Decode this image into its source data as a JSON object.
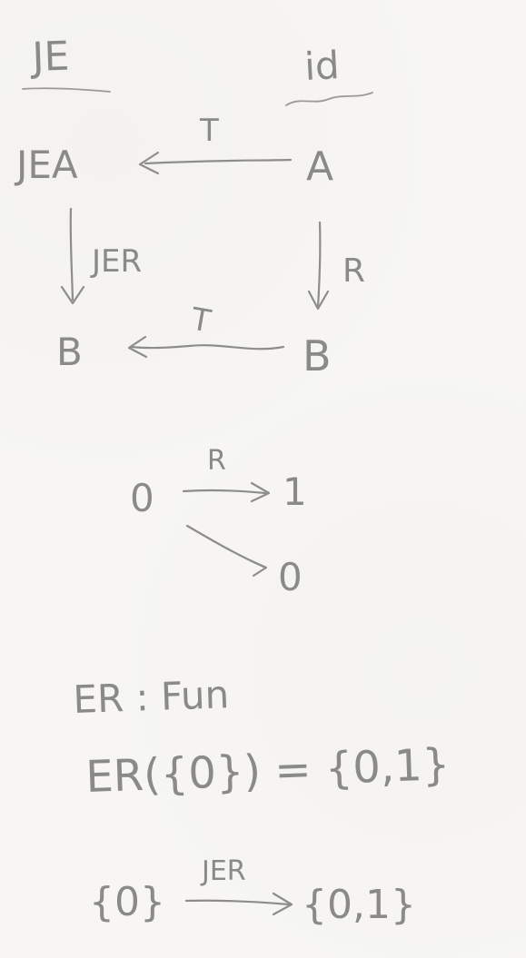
{
  "diagram": {
    "top_left_label": "JE",
    "top_right_label": "id",
    "square": {
      "top_left_node": "JEA",
      "top_right_node": "A",
      "bottom_left_node": "B",
      "bottom_right_node": "B",
      "top_arrow_label": "T",
      "bottom_arrow_label": "T",
      "left_arrow_label": "JER",
      "right_arrow_label": "R"
    },
    "relation_example": {
      "source_node": "0",
      "upper_target_node": "1",
      "lower_target_node": "0",
      "upper_arrow_label": "R"
    },
    "notes": {
      "line1": "ER : Fun",
      "line2": "ER({0}) = {0,1}",
      "line3_left": "{0}",
      "line3_arrow_label": "JER",
      "line3_right": "{0,1}"
    }
  }
}
